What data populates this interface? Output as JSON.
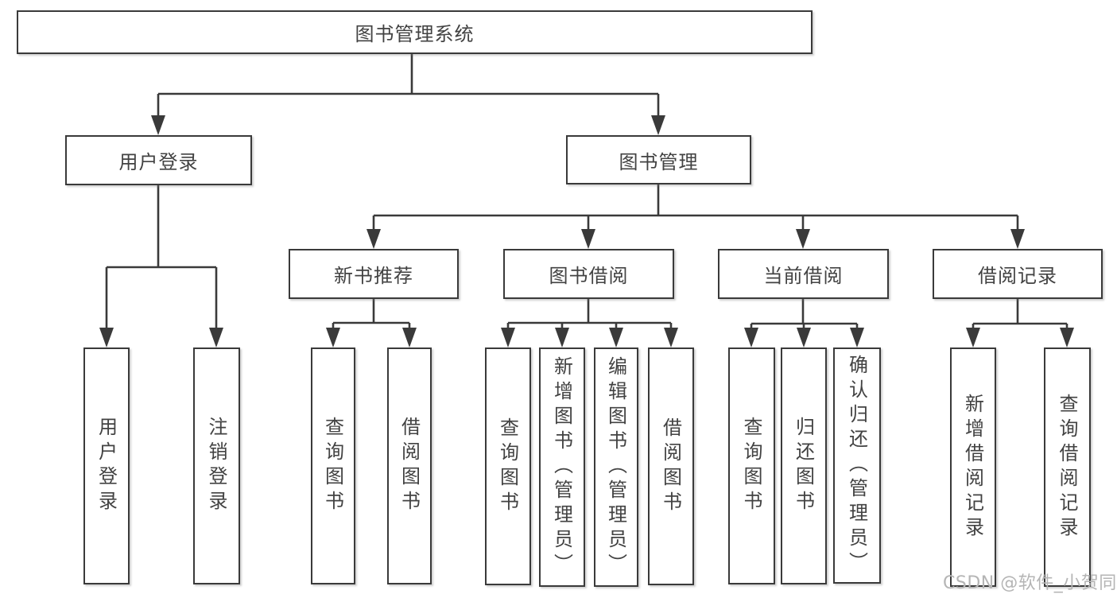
{
  "diagram": {
    "nodes": {
      "root": "图书管理系统",
      "login": "用户登录",
      "manage": "图书管理",
      "recommend": "新书推荐",
      "borrow": "图书借阅",
      "current": "当前借阅",
      "records": "借阅记录",
      "login_user": "用户登录",
      "login_logout": "注销登录",
      "rec_query": "查询图书",
      "rec_borrow": "借阅图书",
      "borrow_query": "查询图书",
      "borrow_add": "新增图书（管理员）",
      "borrow_edit": "编辑图书（管理员）",
      "borrow_lend": "借阅图书",
      "cur_query": "查询图书",
      "cur_return": "归还图书",
      "cur_confirm": "确认归还（管理员）",
      "records_add": "新增借阅记录",
      "records_query": "查询借阅记录"
    },
    "colors": {
      "line": "#3a3a3a",
      "box_border": "#3a3a3a",
      "text": "#424242",
      "background": "#ffffff",
      "watermark": "#b5b5b5"
    },
    "watermark": "CSDN @软件_小贺同学"
  }
}
